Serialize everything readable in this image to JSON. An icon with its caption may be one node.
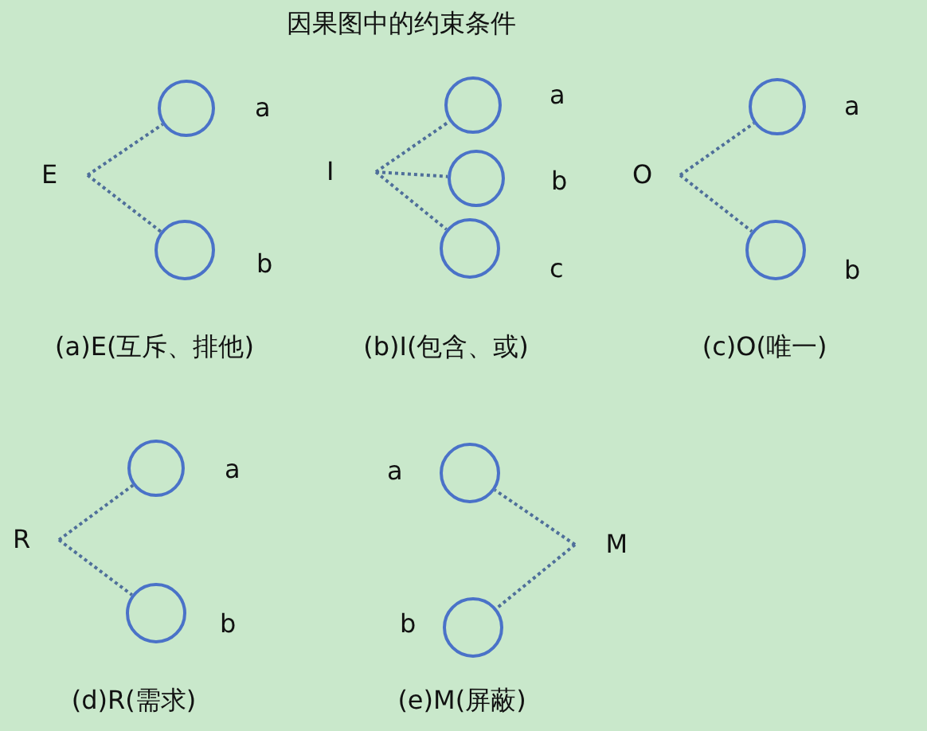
{
  "diagram": {
    "title": "因果图中的约束条件",
    "nodes": [
      {
        "text": [
          "E"
        ]
      },
      {
        "text": [],
        "shape": "circle",
        "beside": [
          "a"
        ]
      },
      {
        "text": [],
        "shape": "circle",
        "beside": [
          "b"
        ]
      },
      {
        "text": [
          "I"
        ]
      },
      {
        "text": [],
        "shape": "circle",
        "beside": [
          "a"
        ]
      },
      {
        "text": [],
        "shape": "circle",
        "beside": [
          "b"
        ]
      },
      {
        "text": [],
        "shape": "circle",
        "beside": [
          "c"
        ]
      },
      {
        "text": [
          "O"
        ]
      },
      {
        "text": [],
        "shape": "circle",
        "beside": [
          "a"
        ]
      },
      {
        "text": [],
        "shape": "circle",
        "beside": [
          "b"
        ]
      },
      {
        "text": [
          "R"
        ]
      },
      {
        "text": [],
        "shape": "circle",
        "beside": [
          "a"
        ]
      },
      {
        "text": [],
        "shape": "circle",
        "beside": [
          "b"
        ]
      },
      {
        "text": [
          "M"
        ]
      },
      {
        "text": [],
        "shape": "circle",
        "beside": [
          "a"
        ]
      },
      {
        "text": [],
        "shape": "circle",
        "beside": [
          "b"
        ]
      }
    ],
    "edges": [
      {
        "from": 0,
        "to": 1,
        "arrow": "none",
        "style": "dashed"
      },
      {
        "from": 0,
        "to": 2,
        "arrow": "none",
        "style": "dashed"
      },
      {
        "from": 3,
        "to": 4,
        "arrow": "none",
        "style": "dashed"
      },
      {
        "from": 3,
        "to": 5,
        "arrow": "none",
        "style": "dashed"
      },
      {
        "from": 3,
        "to": 6,
        "arrow": "none",
        "style": "dashed"
      },
      {
        "from": 7,
        "to": 8,
        "arrow": "none",
        "style": "dashed"
      },
      {
        "from": 7,
        "to": 9,
        "arrow": "none",
        "style": "dashed"
      },
      {
        "from": 10,
        "to": 11,
        "arrow": "none",
        "style": "dashed"
      },
      {
        "from": 10,
        "to": 12,
        "arrow": "none",
        "style": "dashed"
      },
      {
        "from": 13,
        "to": 14,
        "arrow": "none",
        "style": "dashed"
      },
      {
        "from": 13,
        "to": 15,
        "arrow": "none",
        "style": "dashed"
      }
    ],
    "labels": [
      "(a)E(互斥、排他)",
      "(b)I(包含、或)",
      "(c)O(唯一)",
      "(d)R(需求)",
      "(e)M(屏蔽)"
    ]
  }
}
